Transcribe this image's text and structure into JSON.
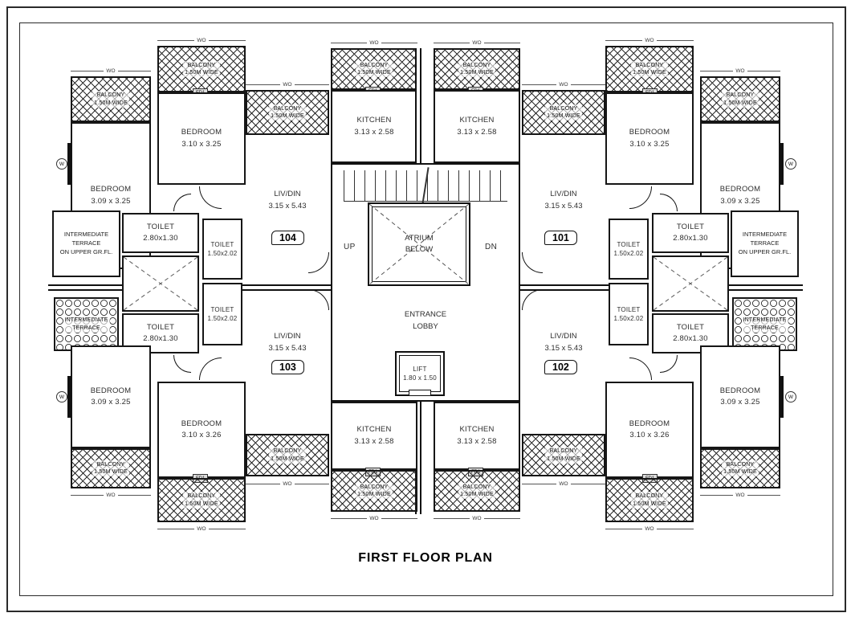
{
  "title": "FIRST FLOOR PLAN",
  "rooms": {
    "bedroom_a": {
      "name": "BEDROOM",
      "dim": "3.09 x 3.25"
    },
    "bedroom_b": {
      "name": "BEDROOM",
      "dim": "3.10 x 3.25"
    },
    "bedroom_c": {
      "name": "BEDROOM",
      "dim": "3.10 x 3.26"
    },
    "kitchen": {
      "name": "KITCHEN",
      "dim": "3.13 x 2.58"
    },
    "livdin": {
      "name": "LIV/DIN",
      "dim": "3.15 x 5.43"
    },
    "toilet_wide": {
      "name": "TOILET",
      "dim": "2.80x1.30"
    },
    "toilet_narrow": {
      "name": "TOILET",
      "dim": "1.50x2.02"
    },
    "lift": {
      "name": "LIFT",
      "dim": "1.80 x 1.50"
    },
    "balcony": {
      "name": "BALCONY",
      "dim": "1.50M WIDE"
    },
    "atrium": {
      "line1": "ATRIUM",
      "line2": "BELOW"
    },
    "lobby": {
      "line1": "ENTRANCE",
      "line2": "LOBBY"
    }
  },
  "terrace": {
    "note_line1": "INTERMEDIATE",
    "note_line2": "TERRACE",
    "note_line3": "ON UPPER GR.FL.",
    "hatch_line1": "INTERMEDIATE",
    "hatch_line2": "TERRACE"
  },
  "units": {
    "tl": "104",
    "tr": "101",
    "bl": "103",
    "br": "102"
  },
  "stairs": {
    "up": "UP",
    "dn": "DN"
  },
  "tags": {
    "window_dim": "WO",
    "door": "FD1",
    "window": "W"
  }
}
